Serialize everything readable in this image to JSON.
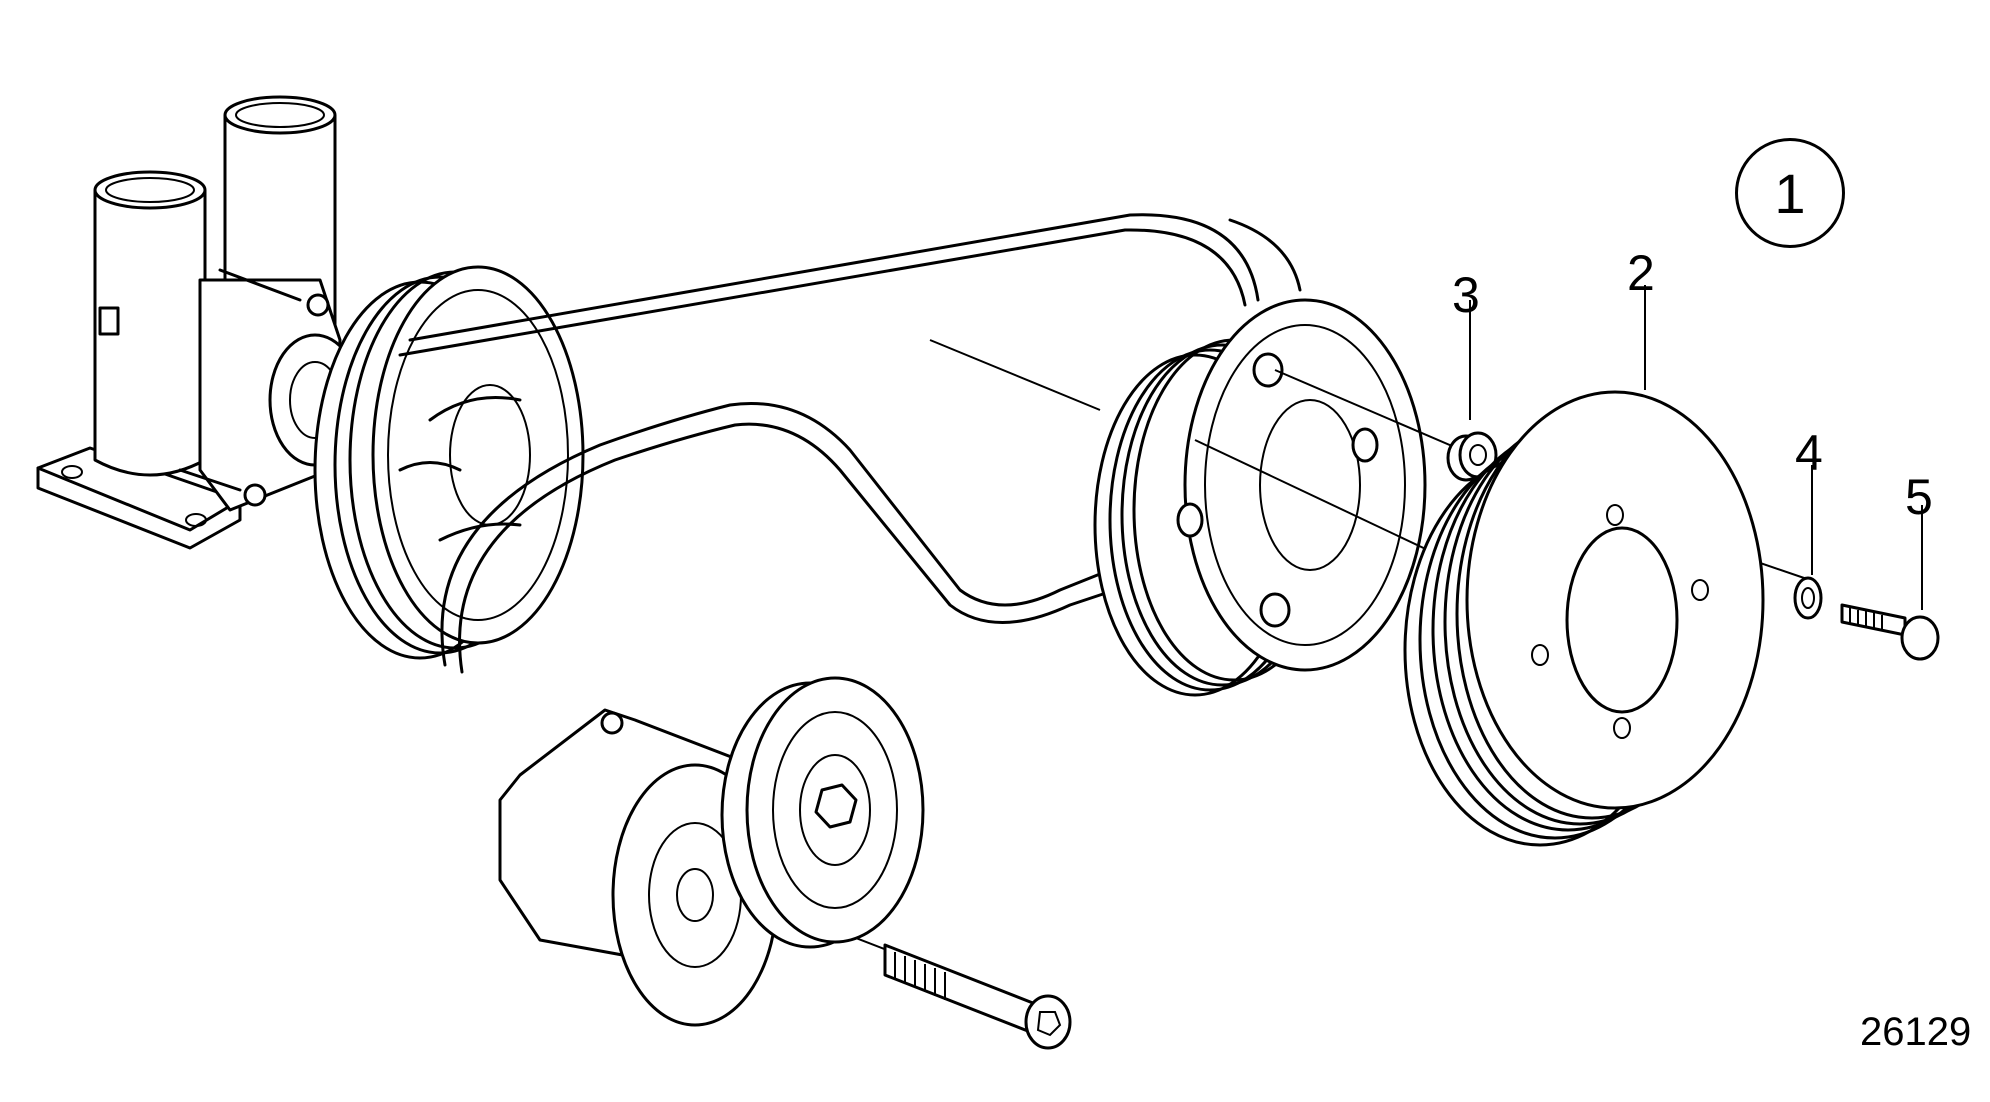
{
  "figure": {
    "view_number": "1",
    "reference_code": "26129"
  },
  "callouts": {
    "part_2": "2",
    "part_3": "3",
    "part_4": "4",
    "part_5": "5"
  },
  "colors": {
    "line": "#000000",
    "background": "#ffffff"
  }
}
